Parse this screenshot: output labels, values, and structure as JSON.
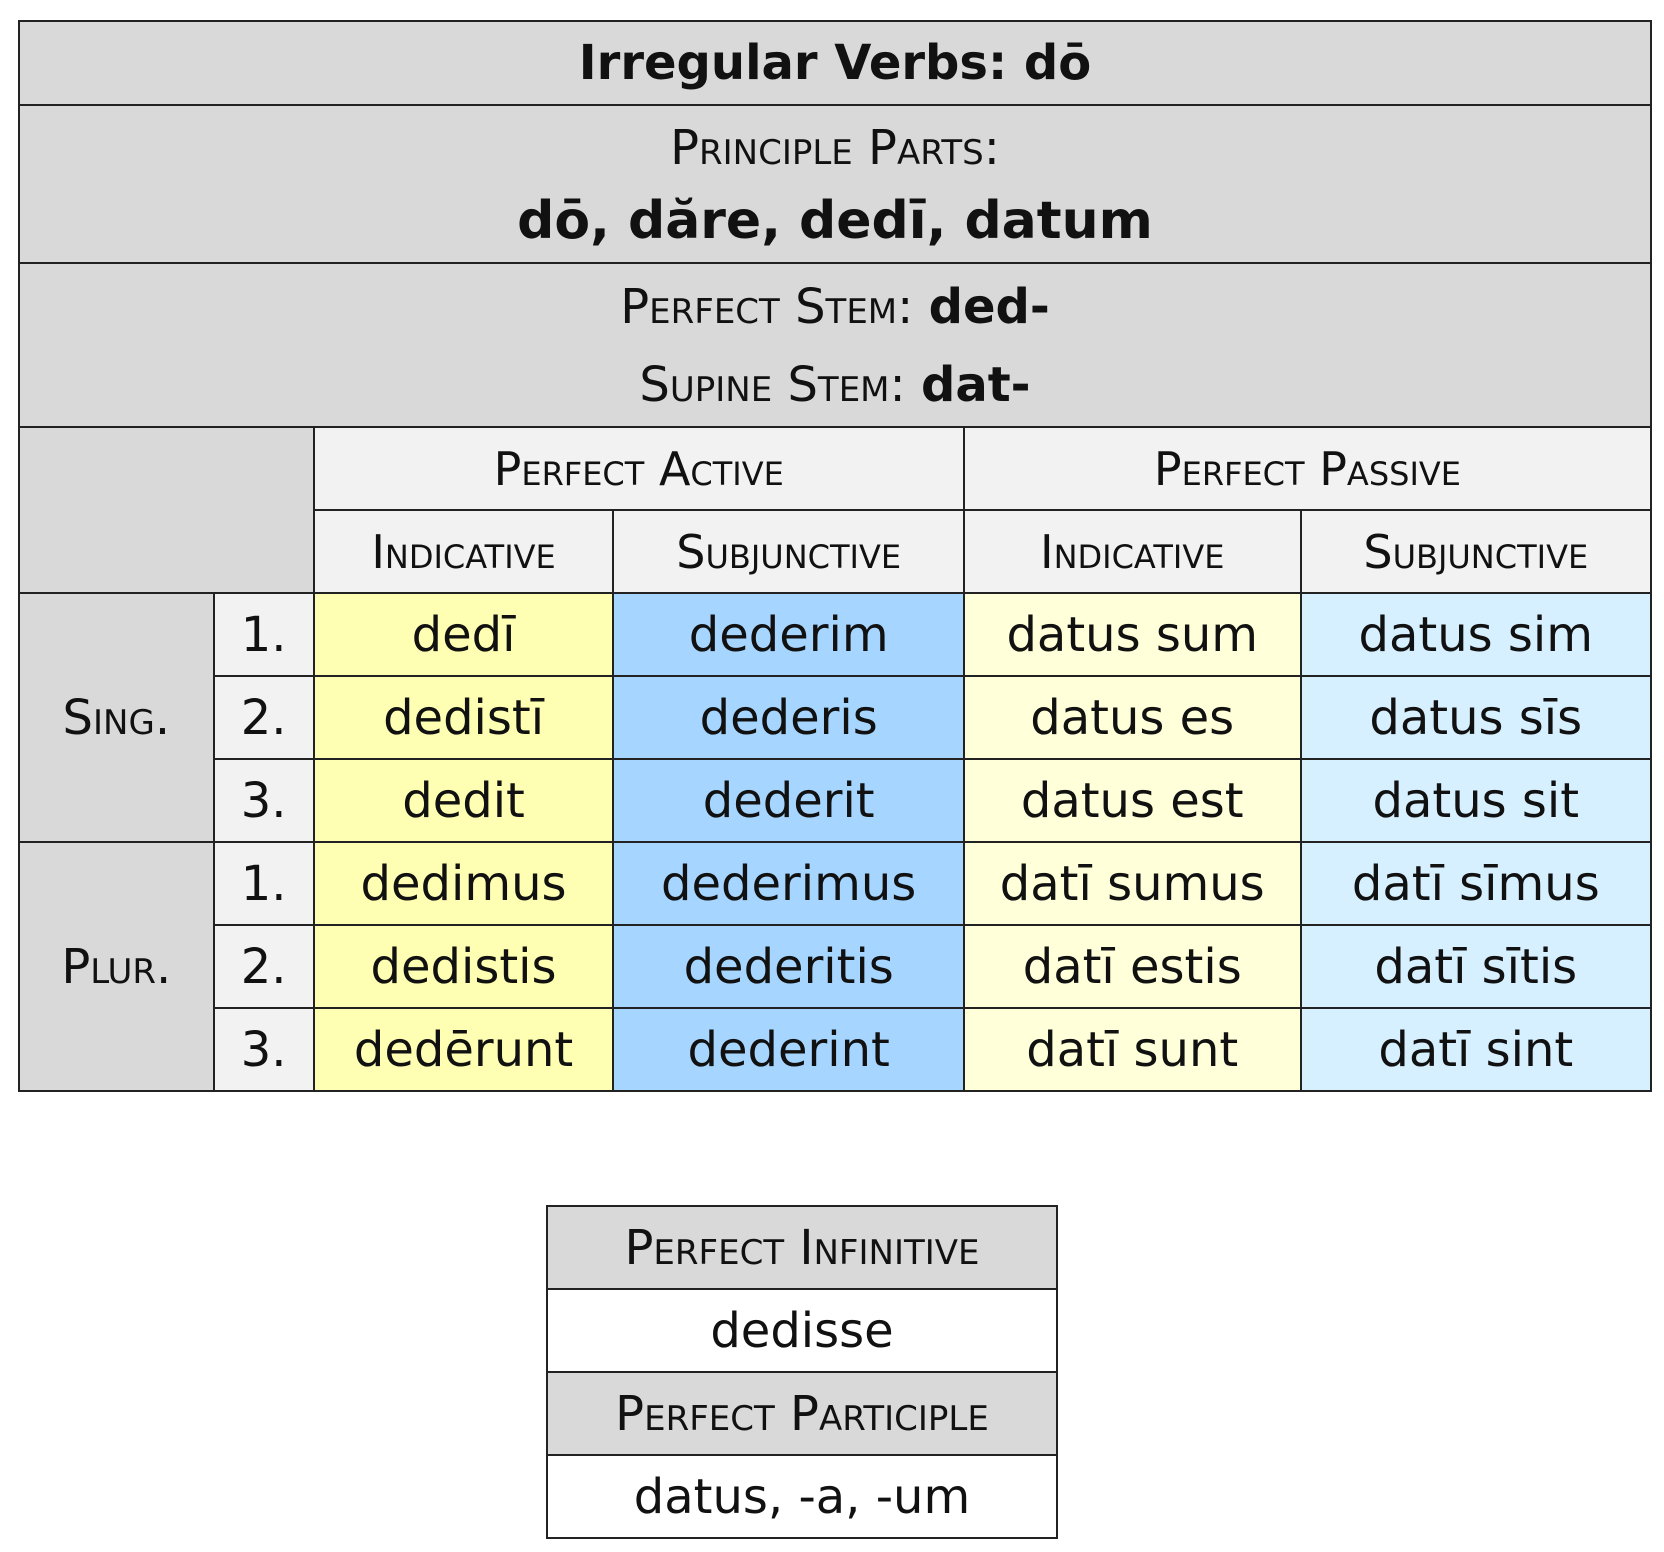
{
  "title": "Irregular Verbs: dō",
  "principle_parts": {
    "label": "Principle Parts:",
    "value": "dō, dăre, dedī, datum"
  },
  "stems": {
    "perfect_label": "Perfect Stem:",
    "perfect_value": "ded-",
    "supine_label": "Supine Stem:",
    "supine_value": "dat-"
  },
  "headers": {
    "active": "Perfect Active",
    "passive": "Perfect Passive",
    "indicative": "Indicative",
    "subjunctive": "Subjunctive"
  },
  "groups": {
    "singular": "Sing.",
    "plural": "Plur."
  },
  "rows": [
    {
      "num": "1.",
      "ai": "dedī",
      "as": "dederim",
      "pi": "datus sum",
      "ps": "datus sim"
    },
    {
      "num": "2.",
      "ai": "dedistī",
      "as": "dederis",
      "pi": "datus es",
      "ps": "datus sīs"
    },
    {
      "num": "3.",
      "ai": "dedit",
      "as": "dederit",
      "pi": "datus est",
      "ps": "datus sit"
    },
    {
      "num": "1.",
      "ai": "dedimus",
      "as": "dederimus",
      "pi": "datī sumus",
      "ps": "datī sīmus"
    },
    {
      "num": "2.",
      "ai": "dedistis",
      "as": "dederitis",
      "pi": "datī estis",
      "ps": "datī sītis"
    },
    {
      "num": "3.",
      "ai": "dedērunt",
      "as": "dederint",
      "pi": "datī sunt",
      "ps": "datī sint"
    }
  ],
  "infinitive": {
    "label": "Perfect Infinitive",
    "value": "dedisse"
  },
  "participle": {
    "label": "Perfect Participle",
    "value": "datus, -a, -um"
  }
}
